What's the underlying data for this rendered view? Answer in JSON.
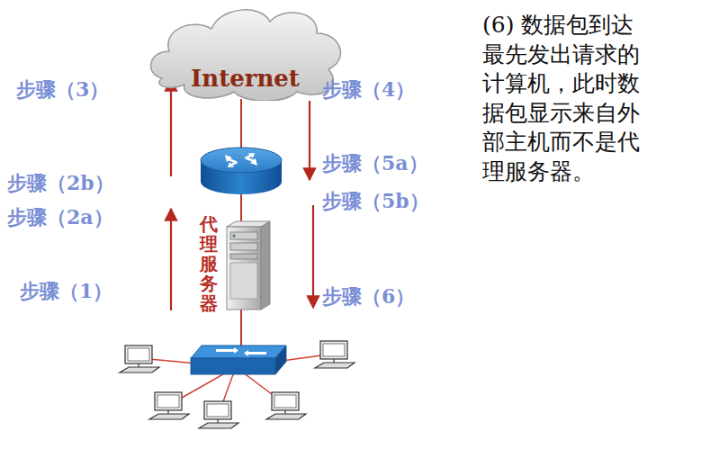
{
  "diagram": {
    "nodes": [
      {
        "text": [
          "Internet"
        ]
      }
    ],
    "labels": [
      "步骤（3）",
      "步骤（4）",
      "步骤（2b）",
      "步骤（2a）",
      "步骤（5a）",
      "步骤（5b）",
      "步骤（1）",
      "步骤（6）",
      "代理服务器",
      "(6) 数据包到达最先发出请求的计算机，此时数据包显示来自外部主机而不是代理服务器。"
    ]
  }
}
